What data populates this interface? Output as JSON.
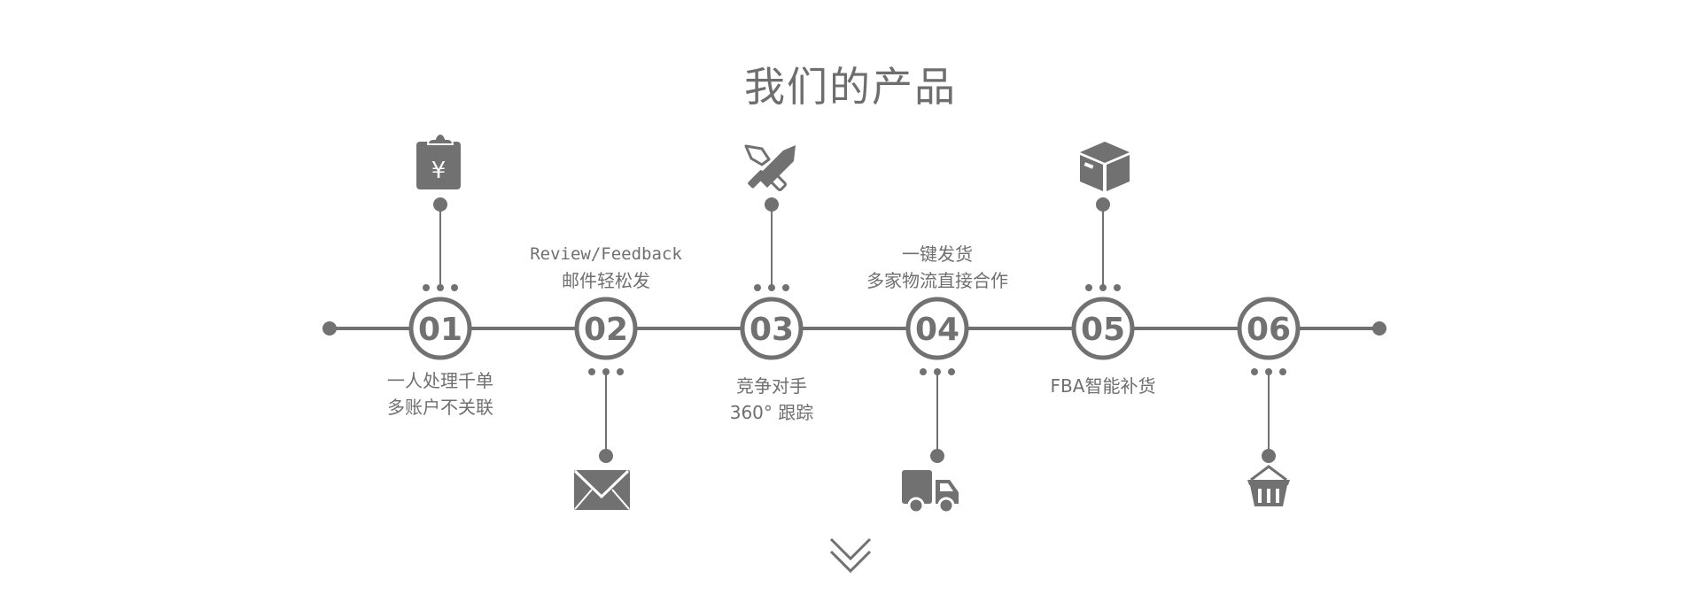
{
  "title": "我们的产品",
  "colors": {
    "primary": "#717171",
    "background": "#ffffff"
  },
  "steps": [
    {
      "number": "01",
      "icon": "clipboard-yen-icon",
      "icon_position": "top",
      "label_position": "bottom",
      "label_lines": [
        "一人处理千单",
        "多账户不关联"
      ]
    },
    {
      "number": "02",
      "icon": "envelope-icon",
      "icon_position": "bottom",
      "label_position": "top",
      "label_lines": [
        "Review/Feedback",
        "邮件轻松发"
      ]
    },
    {
      "number": "03",
      "icon": "crossed-swords-icon",
      "icon_position": "top",
      "label_position": "bottom",
      "label_lines": [
        "竞争对手",
        "360° 跟踪"
      ]
    },
    {
      "number": "04",
      "icon": "truck-icon",
      "icon_position": "bottom",
      "label_position": "top",
      "label_lines": [
        "一键发货",
        "多家物流直接合作"
      ]
    },
    {
      "number": "05",
      "icon": "box-icon",
      "icon_position": "top",
      "label_position": "bottom",
      "label_lines": [
        "FBA智能补货"
      ]
    },
    {
      "number": "06",
      "icon": "basket-icon",
      "icon_position": "bottom",
      "label_position": "none",
      "label_lines": []
    }
  ],
  "scroll_down": {
    "icon": "double-chevron-down-icon"
  }
}
